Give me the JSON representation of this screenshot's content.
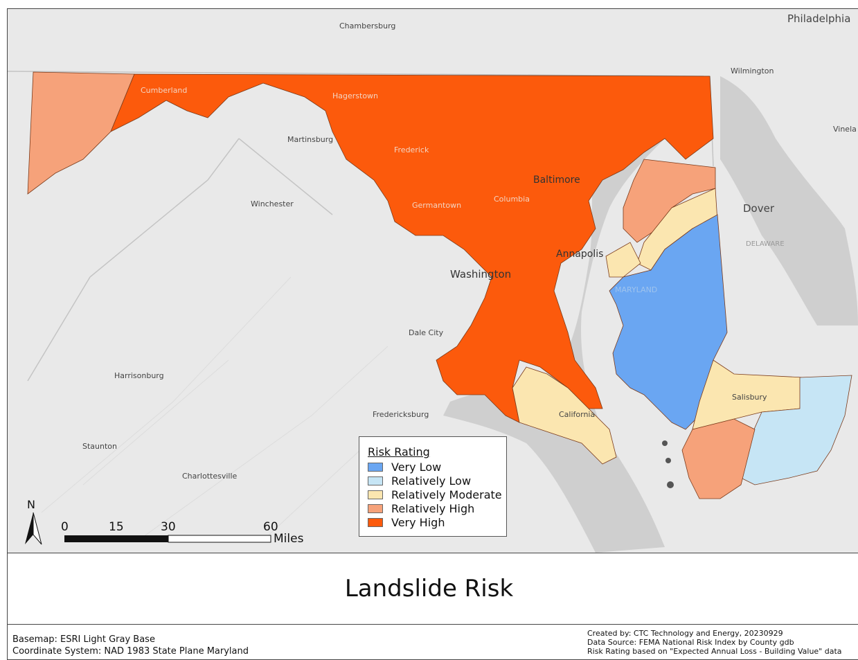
{
  "title": "Landslide Risk",
  "legend": {
    "title": "Risk Rating",
    "items": [
      {
        "label": "Very Low",
        "color": "#6aa6f2"
      },
      {
        "label": "Relatively Low",
        "color": "#c6e5f5"
      },
      {
        "label": "Relatively Moderate",
        "color": "#fbe6b0"
      },
      {
        "label": "Relatively High",
        "color": "#f6a27a"
      },
      {
        "label": "Very High",
        "color": "#fc5a0c"
      }
    ]
  },
  "scale": {
    "ticks": [
      "0",
      "15",
      "30",
      "60"
    ],
    "unit": "Miles"
  },
  "north": "N",
  "places": {
    "philadelphia": "Philadelphia",
    "chambersburg": "Chambersburg",
    "wilmington": "Wilmington",
    "vinela": "Vinela",
    "dover": "Dover",
    "delaware": "DELAWARE",
    "cumberland": "Cumberland",
    "hagerstown": "Hagerstown",
    "martinsburg": "Martinsburg",
    "frederick": "Frederick",
    "baltimore": "Baltimore",
    "winchester": "Winchester",
    "germantown": "Germantown",
    "columbia": "Columbia",
    "annapolis": "Annapolis",
    "washington": "Washington",
    "maryland": "MARYLAND",
    "dale_city": "Dale City",
    "harrisonburg": "Harrisonburg",
    "salisbury": "Salisbury",
    "fredericksburg": "Fredericksburg",
    "california": "California",
    "staunton": "Staunton",
    "charlottesville": "Charlottesville"
  },
  "footer": {
    "basemap": "Basemap: ESRI Light Gray Base",
    "coords": "Coordinate System: NAD 1983 State Plane Maryland",
    "created": "Created by: CTC Technology and Energy, 20230929",
    "source": "Data Source: FEMA National Risk Index by County gdb",
    "basis": "Risk Rating based on \"Expected Annual Loss - Building Value\" data"
  },
  "colors": {
    "land": "#e9e9e9",
    "water": "#cfcfcf",
    "lines": "#bdbdbd"
  }
}
